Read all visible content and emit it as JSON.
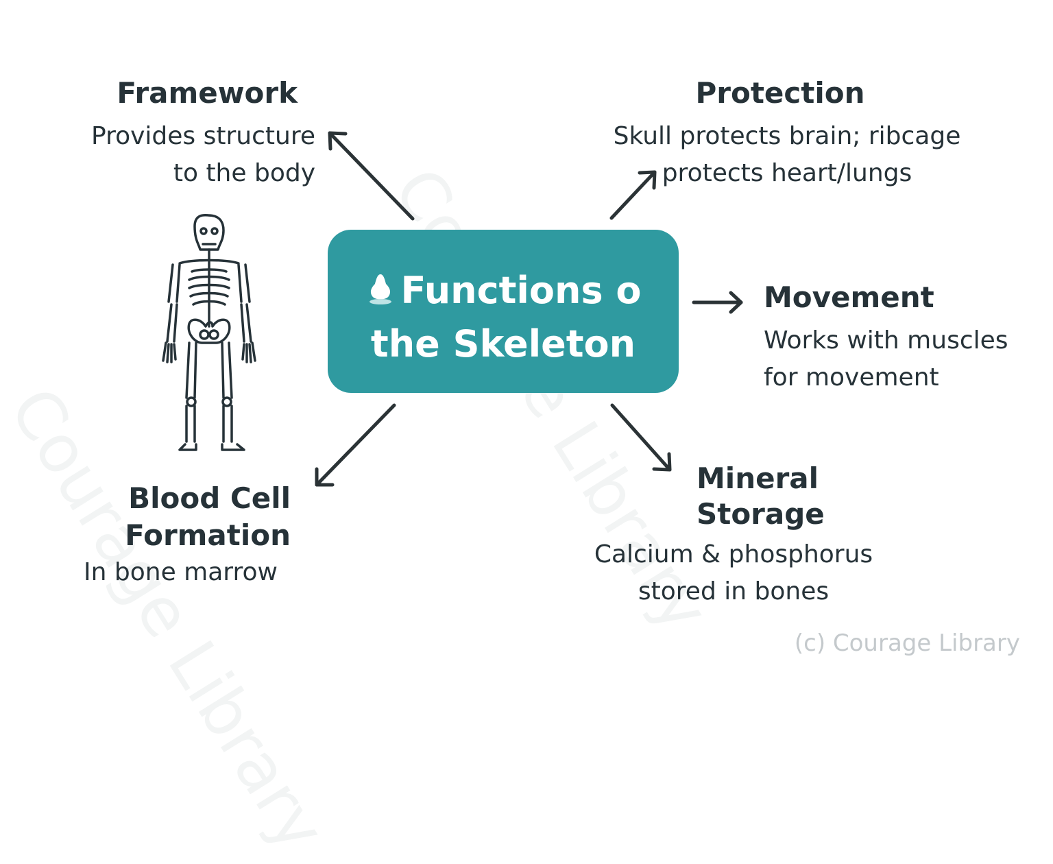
{
  "center": {
    "title_line1": "Functions o",
    "title_line2": "the Skeleton",
    "icon": "bone-drop-icon"
  },
  "nodes": {
    "framework": {
      "title": "Framework",
      "desc_line1": "Provides structure",
      "desc_line2": "to the body"
    },
    "protection": {
      "title": "Protection",
      "desc_line1": "Skull protects brain; ribcage",
      "desc_line2": "protects heart/lungs"
    },
    "movement": {
      "title": "Movement",
      "desc_line1": "Works with muscles",
      "desc_line2": "for movement"
    },
    "blood": {
      "title_line1": "Blood Cell",
      "title_line2": "Formation",
      "desc": "In bone marrow"
    },
    "mineral": {
      "title": "Mineral Storage",
      "desc_line1": "Calcium & phosphorus",
      "desc_line2": "stored in bones"
    }
  },
  "illustration": {
    "icon": "skeleton-icon"
  },
  "watermark": "Courage Library",
  "copyright": "(c) Courage Library",
  "colors": {
    "center_box": "#2f9aa0",
    "text": "#263238",
    "arrows": "#2b3336",
    "copyright": "#c4c9cc"
  }
}
